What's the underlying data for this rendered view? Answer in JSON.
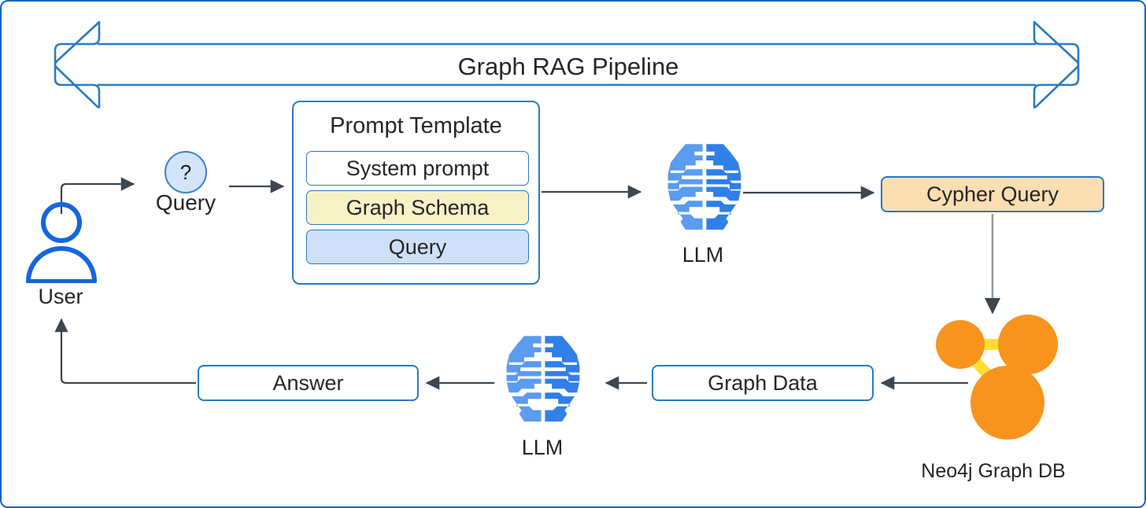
{
  "diagram": {
    "title": "Graph RAG Pipeline",
    "banner_shape": "double-headed-arrow",
    "border_color": "#1565c0"
  },
  "nodes": {
    "user": {
      "label": "User",
      "icon": "user-person-icon",
      "color": "#1565e0"
    },
    "query": {
      "label": "Query",
      "glyph": "?",
      "fill": "#d3e5fa",
      "stroke": "#3a82c4"
    },
    "prompt_template": {
      "title": "Prompt Template",
      "stroke": "#2a7ac0",
      "rows": [
        {
          "label": "System prompt",
          "fill": "#ffffff"
        },
        {
          "label": "Graph Schema",
          "fill": "#f7f2c6"
        },
        {
          "label": "Query",
          "fill": "#cde0f7"
        }
      ]
    },
    "llm_top": {
      "label": "LLM",
      "icon": "brain-icon",
      "color_left": "#5b9bf0",
      "color_right": "#2f7fe8"
    },
    "cypher_query": {
      "label": "Cypher Query",
      "fill": "#fbdeb1",
      "stroke": "#2a7ac0"
    },
    "neo4j": {
      "label": "Neo4j Graph DB",
      "icon": "graph-nodes-icon",
      "node_color": "#f7941e",
      "edge_color": "#ffdd33"
    },
    "graph_data": {
      "label": "Graph Data",
      "fill": "#ffffff",
      "stroke": "#2a7ac0"
    },
    "llm_bottom": {
      "label": "LLM",
      "icon": "brain-icon",
      "color_left": "#5b9bf0",
      "color_right": "#2f7fe8"
    },
    "answer": {
      "label": "Answer",
      "fill": "#ffffff",
      "stroke": "#2a7ac0"
    }
  },
  "edges": [
    {
      "from": "user",
      "to": "query",
      "style": "arrow"
    },
    {
      "from": "query",
      "to": "prompt_template",
      "style": "arrow"
    },
    {
      "from": "prompt_template",
      "to": "llm_top",
      "style": "arrow"
    },
    {
      "from": "llm_top",
      "to": "cypher_query",
      "style": "arrow"
    },
    {
      "from": "cypher_query",
      "to": "neo4j",
      "style": "arrow"
    },
    {
      "from": "neo4j",
      "to": "graph_data",
      "style": "arrow"
    },
    {
      "from": "graph_data",
      "to": "llm_bottom",
      "style": "arrow"
    },
    {
      "from": "llm_bottom",
      "to": "answer",
      "style": "arrow"
    },
    {
      "from": "answer",
      "to": "user",
      "style": "arrow"
    }
  ]
}
